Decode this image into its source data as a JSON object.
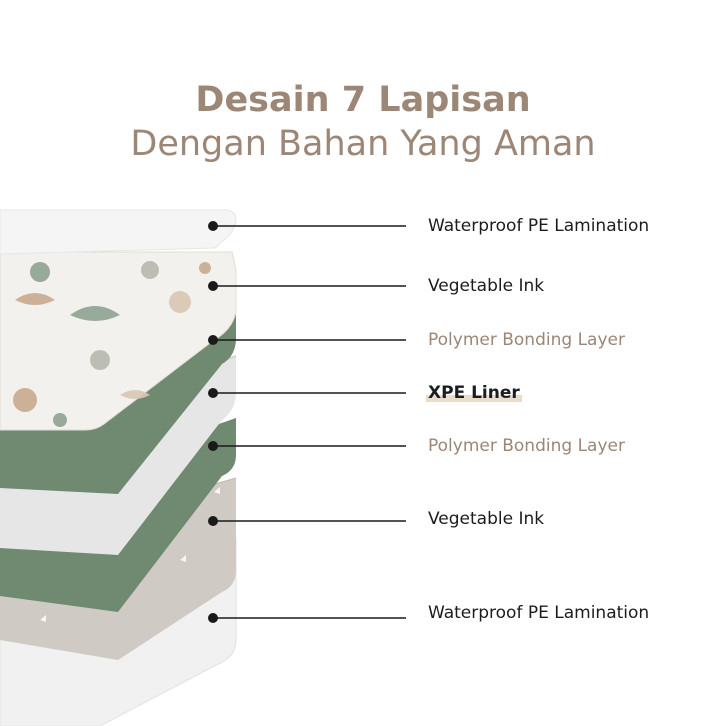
{
  "header": {
    "title_bold": "Desain 7 Lapisan",
    "title_regular": "Dengan Bahan Yang Aman"
  },
  "layers": [
    {
      "label": "Waterproof PE Lamination",
      "style": "dark"
    },
    {
      "label": "Vegetable Ink",
      "style": "dark"
    },
    {
      "label": "Polymer Bonding Layer",
      "style": "muted"
    },
    {
      "label": "XPE Liner",
      "style": "bold"
    },
    {
      "label": "Polymer Bonding Layer",
      "style": "muted"
    },
    {
      "label": "Vegetable Ink",
      "style": "dark"
    },
    {
      "label": "Waterproof PE Lamination",
      "style": "dark"
    }
  ],
  "colors": {
    "title": "#9c8676",
    "label_dark": "#1c1c1c",
    "label_muted": "#9c8676",
    "sage": "#6f8a70",
    "foam": "#e6e6e6",
    "pattern_bg": "#f3f1ed",
    "bottom_print": "#cfcac4",
    "clear_film": "#f1f1f1"
  }
}
